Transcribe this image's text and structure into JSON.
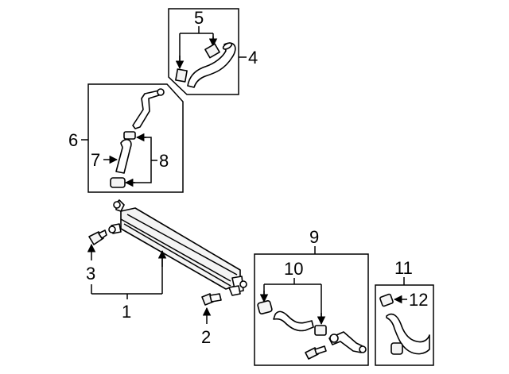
{
  "callouts": {
    "c1": "1",
    "c2": "2",
    "c3": "3",
    "c4": "4",
    "c5": "5",
    "c6": "6",
    "c7": "7",
    "c8": "8",
    "c9": "9",
    "c10": "10",
    "c11": "11",
    "c12": "12"
  },
  "colors": {
    "line": "#000000",
    "background": "#ffffff",
    "part_fill": "#f4f4f4"
  }
}
